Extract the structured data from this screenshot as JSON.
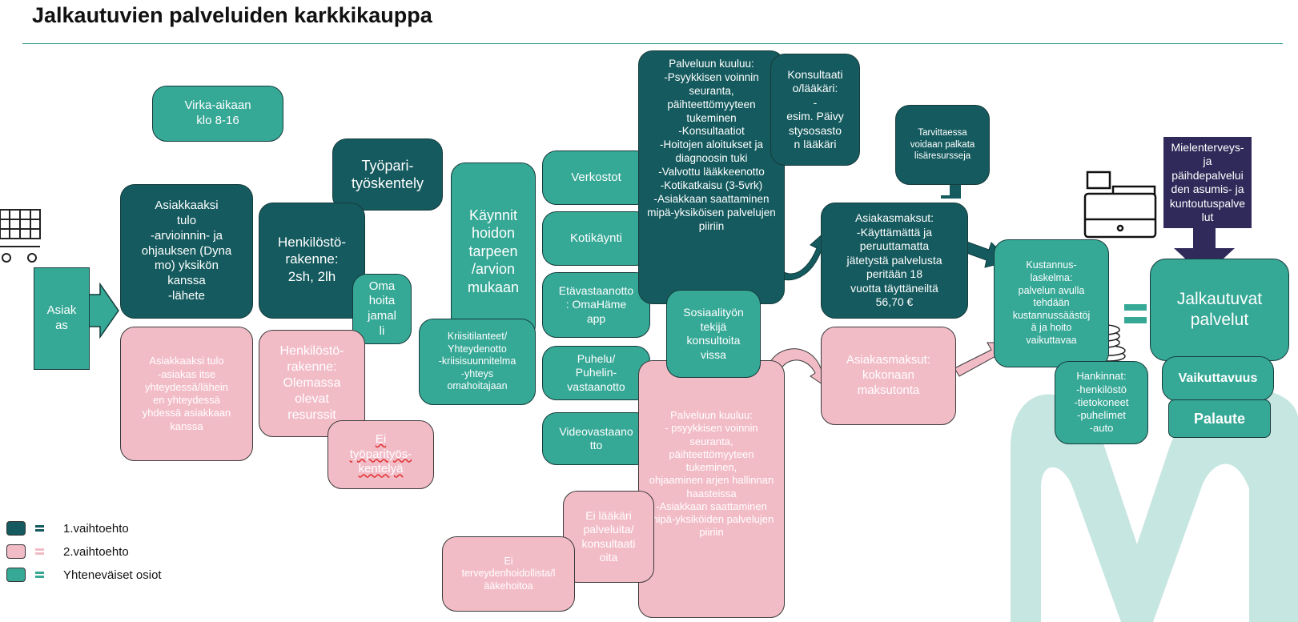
{
  "title": "Jalkautuvien palveluiden karkkikauppa",
  "colors": {
    "dark": "#145a5e",
    "teal": "#35a896",
    "pink": "#f2bcc7",
    "navy": "#302a5a",
    "logo": "#c6e6e1"
  },
  "boxes": {
    "virka": "Virka-aikaan\nklo 8-16",
    "tyopari": "Työpari-\ntyöskentely",
    "verkostot": "Verkostot",
    "kotikaynti": "Kotikäynti",
    "etavastaanotto": "Etävastaanotto\n: OmaHäme\napp",
    "puhelu": "Puhelu/\nPuhelin-\nvastaanotto",
    "video": "Videovastaano\ntto",
    "palveluun_dark": "Palveluun kuuluu:\n-Psyykkisen voinnin seuranta,\npäihteettömyyteen tukeminen\n-Konsultaatiot\n-Hoitojen aloitukset ja diagnoosin tuki\n-Valvottu lääkkeenotto\n-Kotikatkaisu (3-5vrk)\n-Asiakkaan saattaminen mipä-yksiköisen palvelujen piiriin",
    "konsultaatio": "Konsultaati\no/lääkäri:\n-\nesim. Päivy\nstysosasto\nn lääkäri",
    "tarvittaessa": "Tarvittaessa\nvoidaan palkata\nlisäresursseja",
    "mielenterveys": "Mielenterveys-\nja\npäihdepalvelui\nden asumis- ja\nkuntoutuspalve\nlut",
    "asiakkaaksi_dark": "Asiakkaaksi\ntulo\n-arvioinnin- ja\nohjauksen (Dyna\nmo) yksikön\nkanssa\n-lähete",
    "henkilosto_dark": "Henkilöstö-\nrakenne:\n2sh, 2lh",
    "kaynnit": "Käynnit\nhoidon\ntarpeen\n/arvion\nmukaan",
    "asiakas": "Asiak\nas",
    "omahoitaja": "Oma\nhoita\njamal\nli",
    "asiakasmaksut_dark": "Asiakasmaksut:\n-Käyttämättä ja\nperuuttamatta\njätetystä palvelusta\nperitään 18\nvuotta täyttäneiltä\n56,70 €",
    "kustannus": "Kustannus-\nlaskelma:\npalvelun avulla\ntehdään\nkustannussäästöj\nä ja hoito\nvaikuttavaa",
    "jalkautuvat": "Jalkautuvat\npalvelut",
    "vaikuttavuus": "Vaikuttavuus",
    "palaute": "Palaute",
    "hankinnat": "Hankinnat:\n-henkilöstö\n-tietokoneet\n-puhelimet\n-auto",
    "kriisi": "Kriisitilanteet/\nYhteydenotto\n-kriisisuunnitelma\n-yhteys\nomahoitajaan",
    "sosiaali": "Sosiaalityön\ntekijä\nkonsultoita\nvissa",
    "asiakkaaksi_pink": "Asiakkaaksi tulo\n-asiakas itse\nyhteydessä/lähein\nen yhteydessä\nyhdessä asiakkaan\nkanssa",
    "henkilosto_pink": "Henkilöstö-\nrakenne:\nOlemassa\nolevat\nresurssit",
    "ei_tyopari": "Ei\ntyöparityös-\nkentelyä",
    "asiakasmaksut_pink": "Asiakasmaksut:\nkokonaan\nmaksutonta",
    "palveluun_pink": "Palveluun kuuluu:\n- psyykkisen voinnin seuranta,\npäihteettömyyteen tukeminen,\nohjaaminen arjen hallinnan haasteissa\n-Asiakkaan saattaminen mipä-yksiköiden palvelujen piiriin",
    "ei_laakari": "Ei lääkäri\npalveluita/\nkonsultaati\noita",
    "ei_terveydenhoito": "Ei\nterveydenhoidollista/l\nääkehoitoa"
  },
  "legend": [
    {
      "label": "1.vaihtoehto",
      "color": "#145a5e"
    },
    {
      "label": "2.vaihtoehto",
      "color": "#f2bcc7"
    },
    {
      "label": "Yhteneväiset osiot",
      "color": "#35a896"
    }
  ],
  "icons": [
    "shopping-cart-icon",
    "cash-register-icon",
    "coins-icon",
    "equals-icon",
    "logo-heart-icon"
  ]
}
